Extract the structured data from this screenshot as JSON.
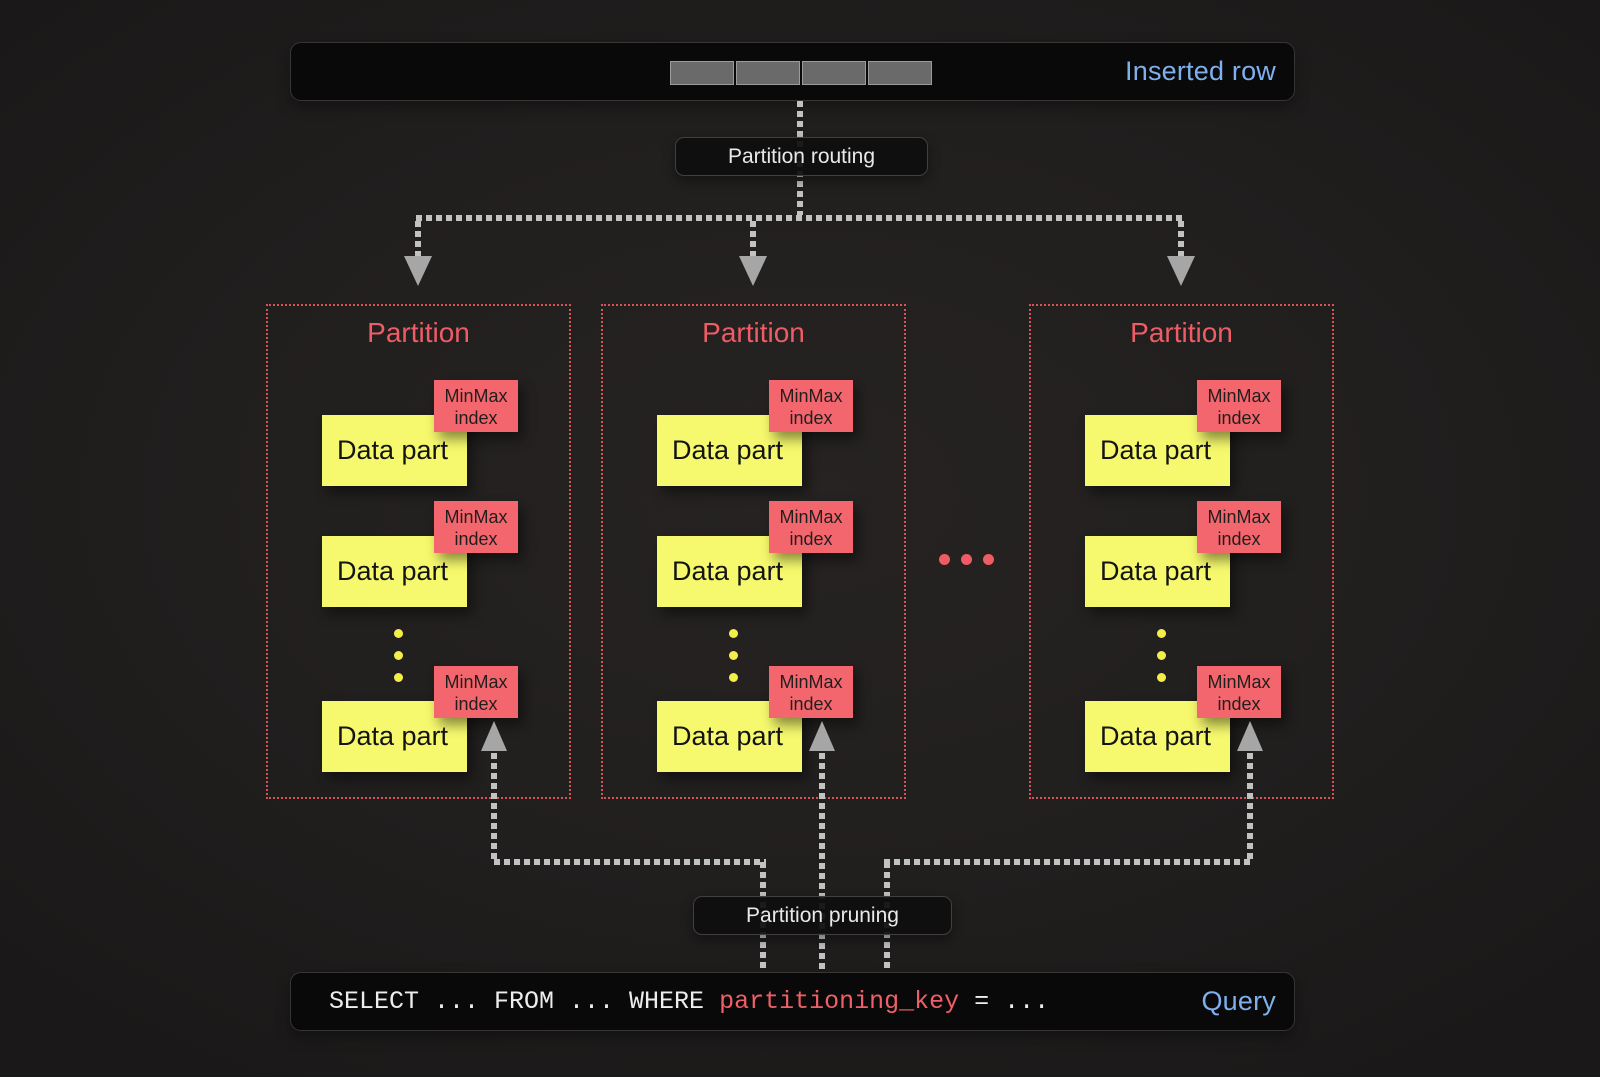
{
  "top_bar": {
    "label": "Inserted row",
    "segment_count": 4
  },
  "connectors": {
    "routing_label": "Partition routing",
    "pruning_label": "Partition pruning"
  },
  "partitions": [
    {
      "title": "Partition"
    },
    {
      "title": "Partition"
    },
    {
      "title": "Partition"
    }
  ],
  "labels": {
    "data_part": "Data part",
    "minmax_line1": "MinMax",
    "minmax_line2": "index"
  },
  "query_bar": {
    "sql_prefix": "SELECT ... FROM ... WHERE ",
    "sql_key": "partitioning_key",
    "sql_suffix": " = ...",
    "label": "Query"
  },
  "colors": {
    "accent_blue": "#7fb0ee",
    "accent_red": "#ee5c65",
    "minmax_red": "#f3666d",
    "data_part_yellow": "#f6f96d",
    "connector_gray": "#c2c2c2"
  }
}
